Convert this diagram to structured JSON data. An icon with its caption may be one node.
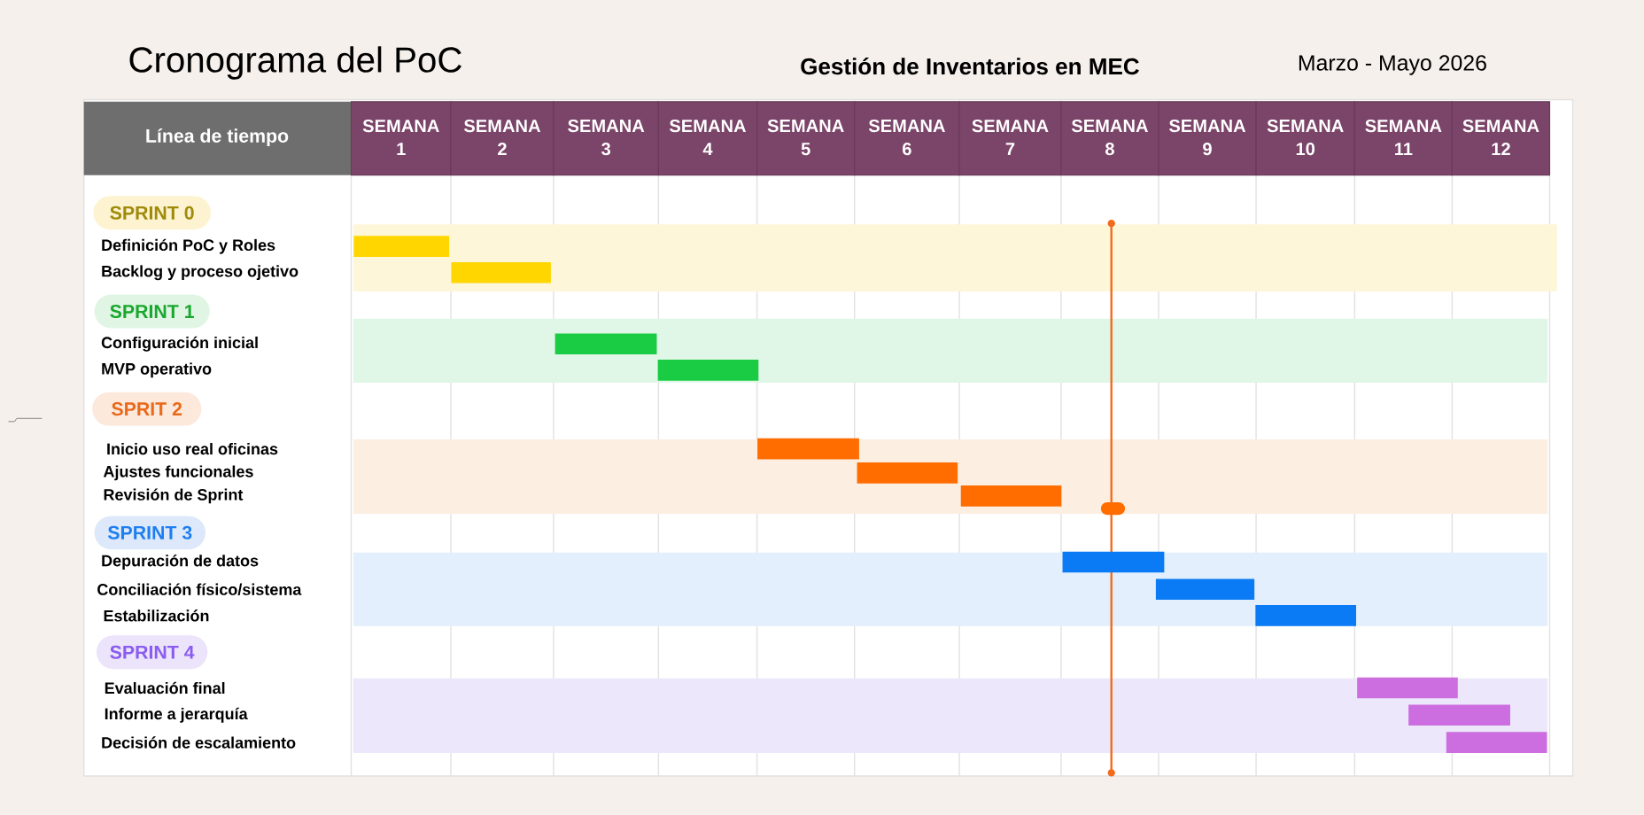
{
  "diagram": {
    "title": "Cronograma del PoC",
    "nodes": [
      {
        "text": [
          "SPRINT 0"
        ]
      },
      {
        "text": [],
        "shape": "bar"
      },
      {
        "text": [],
        "shape": "bar"
      },
      {
        "text": [
          "SPRINT 1"
        ]
      },
      {
        "text": [],
        "shape": "bar"
      },
      {
        "text": [],
        "shape": "bar"
      },
      {
        "text": [
          "SPRIT 2"
        ]
      },
      {
        "text": [],
        "shape": "bar"
      },
      {
        "text": [],
        "shape": "bar"
      },
      {
        "text": [],
        "shape": "bar"
      },
      {
        "text": [
          "SPRINT 3"
        ]
      },
      {
        "text": [],
        "shape": "bar"
      },
      {
        "text": [],
        "shape": "bar"
      },
      {
        "text": [],
        "shape": "bar"
      },
      {
        "text": [
          "SPRINT 4"
        ]
      },
      {
        "text": [],
        "shape": "bar"
      },
      {
        "text": [],
        "shape": "bar"
      },
      {
        "text": [],
        "shape": "bar"
      }
    ],
    "labels": [
      "Gestión de Inventarios en MEC",
      "Marzo - Mayo 2026",
      "Línea de tiempo",
      "SEMANA 1",
      "SEMANA 2",
      "SEMANA 3",
      "SEMANA 4",
      "SEMANA 5",
      "SEMANA 6",
      "SEMANA 7",
      "SEMANA 8",
      "SEMANA 9",
      "SEMANA 10",
      "SEMANA 11",
      "SEMANA 12",
      "Definición PoC y Roles",
      "Backlog y proceso ojetivo",
      "Configuración inicial",
      "MVP operativo",
      "Inicio uso real oficinas",
      "Ajustes funcionales",
      "Revisión de Sprint",
      "Depuración de datos",
      "Conciliación físico/sistema",
      "Estabilización",
      "Evaluación final",
      "Informe a jerarquía",
      "Decisión de escalamiento"
    ]
  }
}
